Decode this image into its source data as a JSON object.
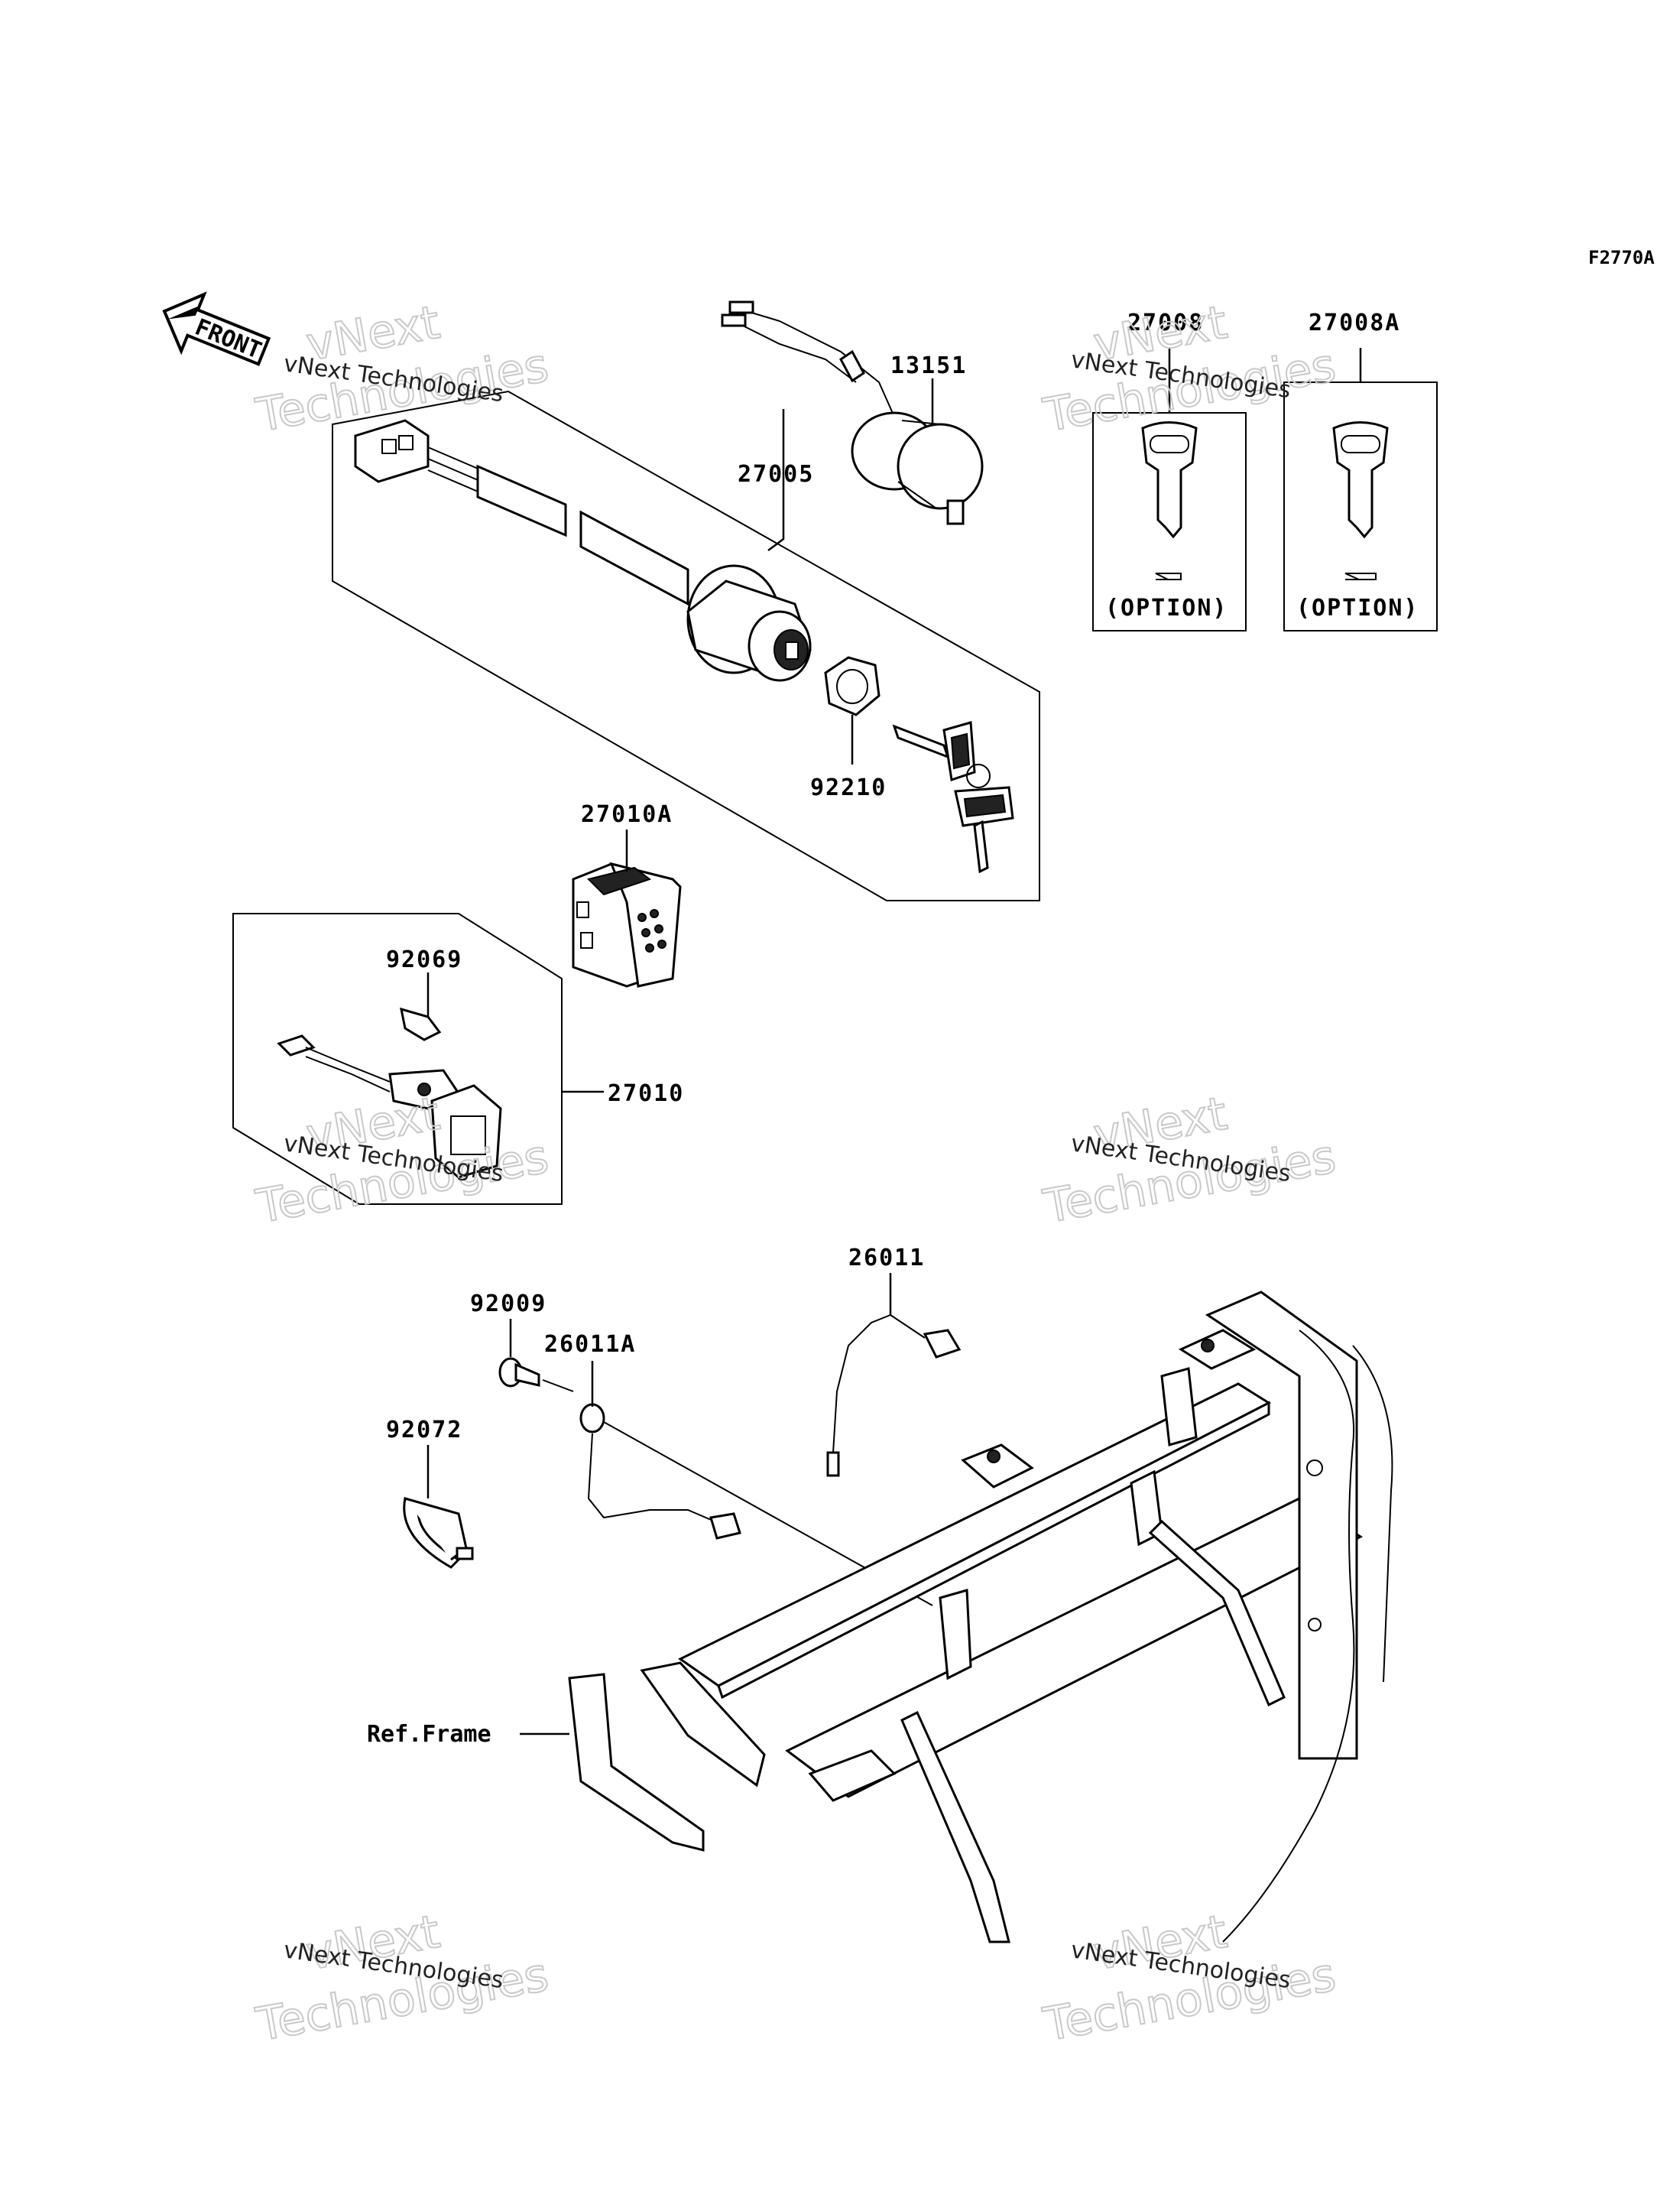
{
  "diagram_code": "F2770A",
  "front_marker": "FRONT",
  "option_label": "(OPTION)",
  "ref_frame_label": "Ref.Frame",
  "watermark": {
    "line1": "vNext Technologies",
    "line2": "vNext",
    "line3": "Technologies"
  },
  "part_labels": {
    "p27005": "27005",
    "p13151": "13151",
    "p27008": "27008",
    "p27008A": "27008A",
    "p92210": "92210",
    "p27010A": "27010A",
    "p92069": "92069",
    "p27010": "27010",
    "p26011": "26011",
    "p92009": "92009",
    "p26011A": "26011A",
    "p92072": "92072"
  }
}
